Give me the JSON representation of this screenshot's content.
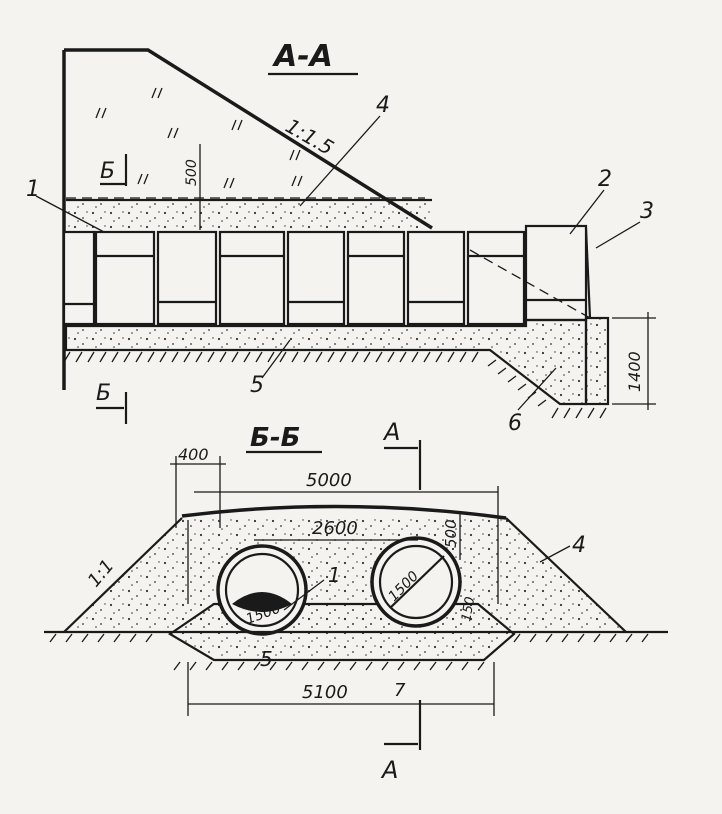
{
  "section_aa": {
    "title": "А-А",
    "slope": "1:1.5",
    "dim_500": "500",
    "dim_1400": "1400",
    "cut_mark_b": "Б",
    "callouts": [
      "1",
      "2",
      "3",
      "4",
      "5",
      "6"
    ]
  },
  "section_bb": {
    "title": "Б-Б",
    "cut_mark_a": "А",
    "dim_400": "400",
    "dim_5000": "5000",
    "dim_2600": "2600",
    "dim_500": "500",
    "dim_5100": "5100",
    "slope": "1:1",
    "pipe_left_label": "1500",
    "pipe_right_label": "1500",
    "pipe_wall": "150",
    "callouts": [
      "1",
      "4",
      "5",
      "7"
    ]
  },
  "colors": {
    "ink": "#1a1a1a",
    "paper": "#f4f3ef"
  }
}
